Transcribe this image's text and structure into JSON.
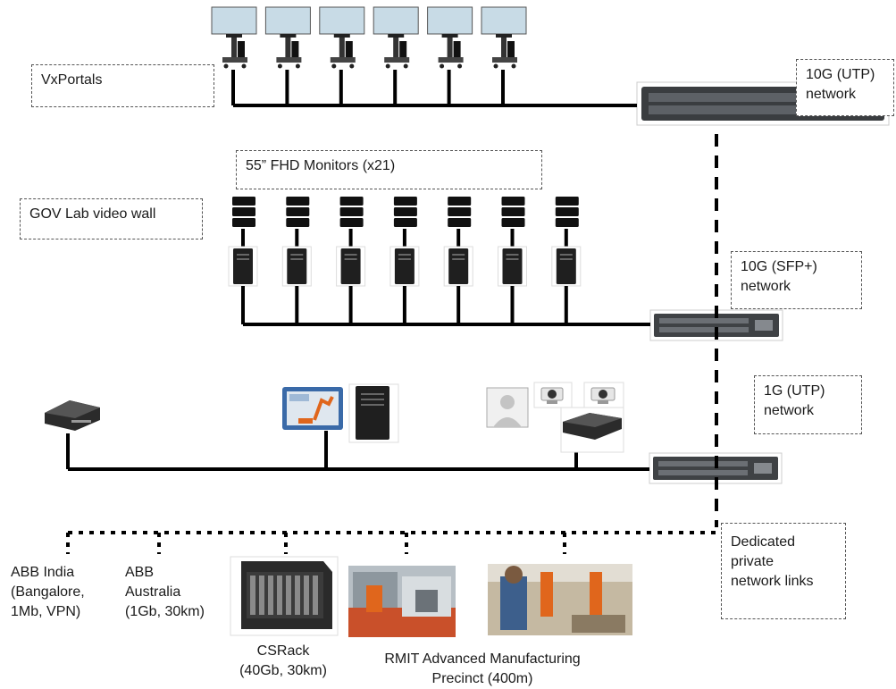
{
  "labels": {
    "vxportals": "VxPortals",
    "monitors": "55” FHD Monitors (x21)",
    "gov_lab": "GOV Lab video wall",
    "net_10g_utp": [
      "10G (UTP)",
      "network"
    ],
    "net_10g_sfp": [
      "10G (SFP+)",
      "network"
    ],
    "net_1g_utp": [
      "1G (UTP)",
      "network"
    ],
    "dedicated": [
      "Dedicated",
      "private",
      "network links"
    ],
    "abb_india": [
      "ABB India",
      "(Bangalore,",
      "1Mb, VPN)"
    ],
    "abb_australia": [
      "ABB",
      "Australia",
      "(1Gb, 30km)"
    ],
    "csrack": [
      "CSRack",
      "(40Gb, 30km)"
    ],
    "rmit": [
      "RMIT Advanced Manufacturing",
      "Precinct (400m)"
    ]
  },
  "colors": {
    "line": "#000000",
    "screen": "#c8dbe6",
    "switch": "#3a3d40",
    "tower": "#1f1f1f",
    "touch_screen_frame": "#3a6aa8",
    "robot_orange": "#e0661c"
  },
  "icons": {
    "vxportal": "display-stand-icon",
    "monitor_stack": "monitor-stack-icon",
    "workstation": "tower-pc-icon",
    "switch": "network-switch-icon",
    "camera": "ptz-camera-icon",
    "person": "person-placeholder-icon",
    "recorder": "video-codec-icon",
    "rack": "server-rack-icon",
    "factory": "factory-photo-icon",
    "robot": "robot-photo-icon"
  },
  "counts": {
    "vxportals": 6,
    "monitor_columns": 7
  }
}
